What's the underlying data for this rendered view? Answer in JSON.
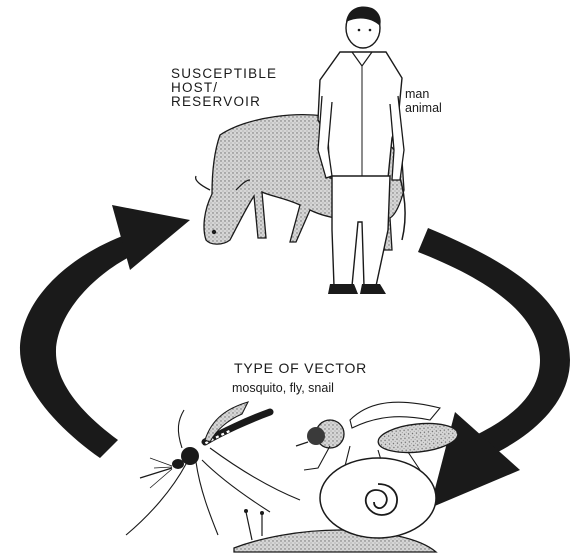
{
  "host": {
    "label_lines": [
      "SUSCEPTIBLE",
      "HOST/",
      "RESERVOIR"
    ],
    "species": [
      "man",
      "animal"
    ]
  },
  "vector": {
    "title": "TYPE OF VECTOR",
    "examples": "mosquito, fly, snail"
  },
  "icons": [
    "man-illustration",
    "animal-illustration",
    "mosquito-illustration",
    "fly-illustration",
    "snail-illustration",
    "cycle-arrow"
  ],
  "colors": {
    "ink": "#1a1a1a",
    "stipple": "#b9b9b9",
    "background": "#ffffff"
  }
}
